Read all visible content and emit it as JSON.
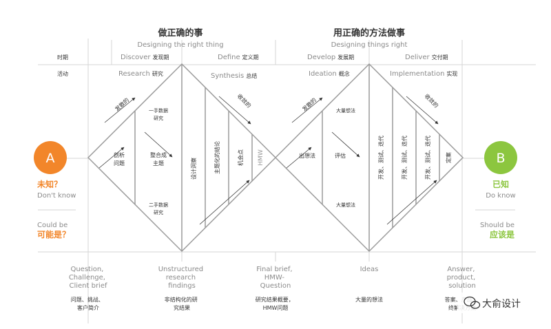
{
  "colors": {
    "text": "#333333",
    "muted": "#8a8a8a",
    "line": "#cfcfcf",
    "diamond": "#9a9a9a",
    "orange": "#f2862a",
    "green": "#8cc63f"
  },
  "header": {
    "left_title": "做正确的事",
    "left_subtitle": "Designing the right thing",
    "right_title": "用正确的方法做事",
    "right_subtitle": "Designing things right"
  },
  "rows": {
    "phase": "时期",
    "activity": "活动"
  },
  "phases": {
    "discover": {
      "en": "Discover",
      "zh": "发现期"
    },
    "define": {
      "en": "Define",
      "zh": "定义期"
    },
    "develop": {
      "en": "Develop",
      "zh": "发展期"
    },
    "deliver": {
      "en": "Deliver",
      "zh": "交付期"
    }
  },
  "activities": {
    "research": {
      "en": "Research",
      "zh": "研究"
    },
    "synthesis": {
      "en": "Synthesis",
      "zh": "总结"
    },
    "ideation": {
      "en": "Ideation",
      "zh": "概念"
    },
    "implementation": {
      "en": "Implementation",
      "zh": "实现"
    }
  },
  "start": {
    "circle": "A",
    "unknown": "未知？",
    "unknown_en": "Don't know",
    "could_be": "Could be",
    "could_be_zh": "可能是？"
  },
  "end": {
    "circle": "B",
    "known": "已知",
    "known_en": "Do know",
    "should_be": "Should be",
    "should_be_zh": "应该是"
  },
  "diamond1": {
    "diverge": "发散的",
    "converge": "收敛的",
    "analyze_1": "剖析",
    "analyze_2": "问题",
    "integrate_1": "整合成",
    "integrate_2": "主题",
    "primary_1": "一手数据",
    "primary_2": "研究",
    "secondary_1": "二手数据",
    "secondary_2": "研究",
    "insight": "设计洞察",
    "structured": "主题化的结论",
    "opportunity": "机会点",
    "hmw": "HMW"
  },
  "diamond2": {
    "diverge": "发散的",
    "converge": "收敛的",
    "ideas_out": "出想法",
    "evaluate": "评估",
    "many_ideas_top": "大量想法",
    "many_ideas_bottom": "大量想法",
    "iterate_1": "开发、测试、迭代",
    "iterate_2": "开发、测试、迭代",
    "iterate_3": "开发、测试、迭代",
    "finalize": "定案"
  },
  "outputs": [
    {
      "en": [
        "Question,",
        "Challenge,",
        "Client brief"
      ],
      "zh": [
        "问题、挑战、",
        "客户简介"
      ]
    },
    {
      "en": [
        "Unstructured",
        "research",
        "findings"
      ],
      "zh": [
        "非结构化的研",
        "究结果"
      ]
    },
    {
      "en": [
        "Final brief,",
        "HMW-",
        "Question"
      ],
      "zh": [
        "研究结果概要，",
        "HMW问题"
      ]
    },
    {
      "en": [
        "Ideas"
      ],
      "zh": [
        "大量的想法"
      ]
    },
    {
      "en": [
        "Answer,",
        "product,",
        "solution"
      ],
      "zh": [
        "答案、产品、",
        "终解决方案"
      ]
    }
  ],
  "watermark": "大俞设计"
}
